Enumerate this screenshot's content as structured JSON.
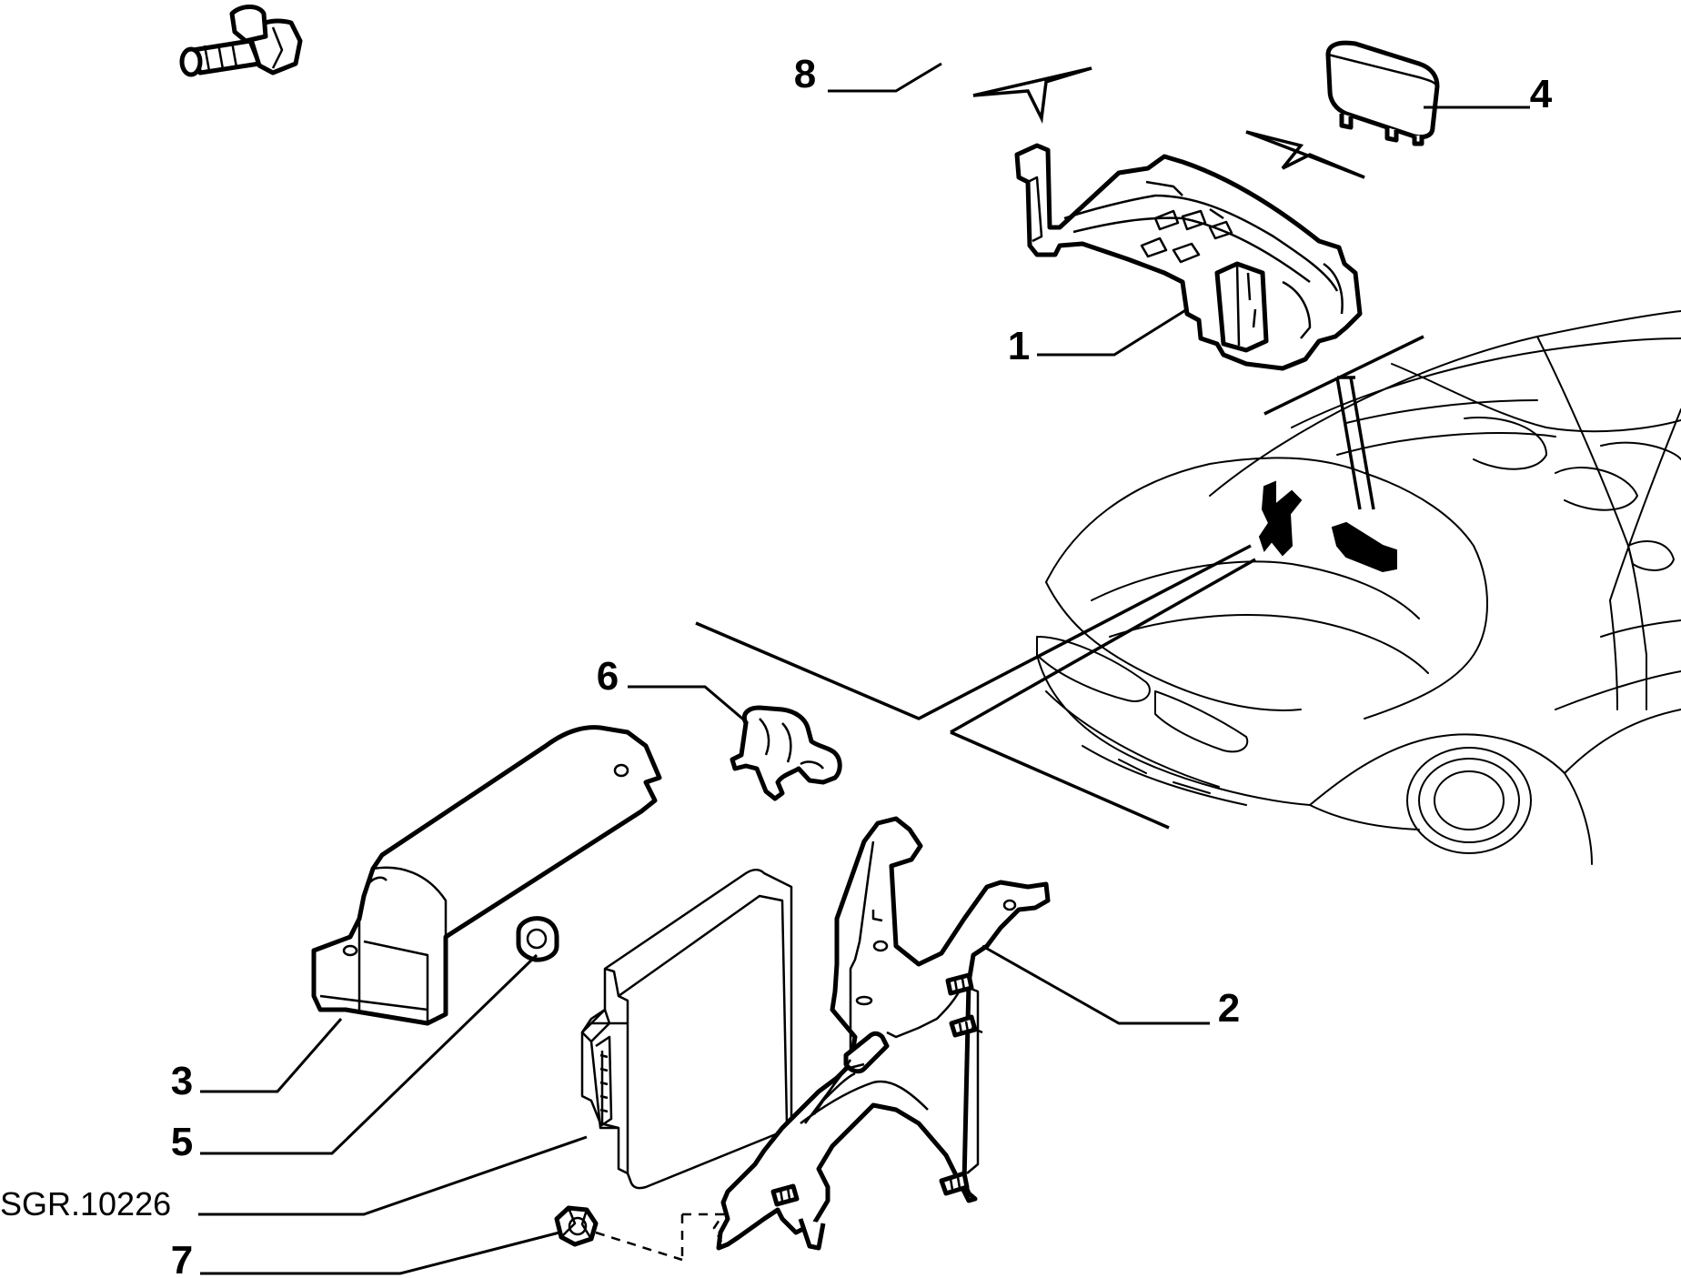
{
  "diagram": {
    "reference_code": "SGR.10226",
    "callouts": {
      "c1": "1",
      "c2": "2",
      "c3": "3",
      "c4": "4",
      "c5": "5",
      "c6": "6",
      "c7": "7",
      "c8": "8"
    },
    "parts": [
      {
        "id": "c1",
        "name": "ecu-upper-bracket"
      },
      {
        "id": "c2",
        "name": "ecu-mounting-plate"
      },
      {
        "id": "c3",
        "name": "ecu-cover"
      },
      {
        "id": "c4",
        "name": "relay"
      },
      {
        "id": "c5",
        "name": "spacer-nut"
      },
      {
        "id": "c6",
        "name": "cable-clip"
      },
      {
        "id": "c7",
        "name": "hex-nut"
      },
      {
        "id": "c8",
        "name": "flange-bolt"
      }
    ]
  }
}
